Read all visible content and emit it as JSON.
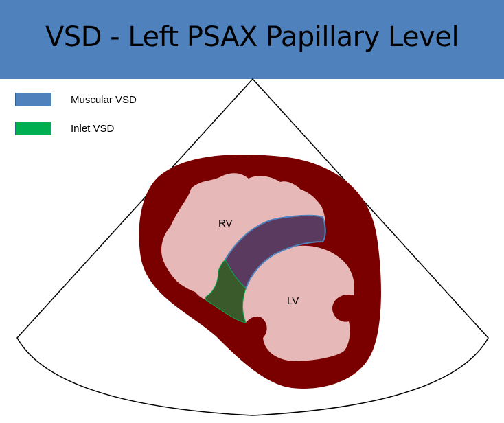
{
  "title": "VSD - Left PSAX Papillary Level",
  "legend": [
    {
      "label": "Muscular VSD",
      "color": "#4f81bd"
    },
    {
      "label": "Inlet VSD",
      "color": "#00b050"
    }
  ],
  "chambers": {
    "rv": "RV",
    "lv": "LV"
  },
  "colors": {
    "header": "#4f81bd",
    "myocardium": "#7a0000",
    "cavity": "#e6b9b8",
    "muscular_vsd": "#5a3a5e",
    "inlet_vsd": "#3a5a2c"
  }
}
